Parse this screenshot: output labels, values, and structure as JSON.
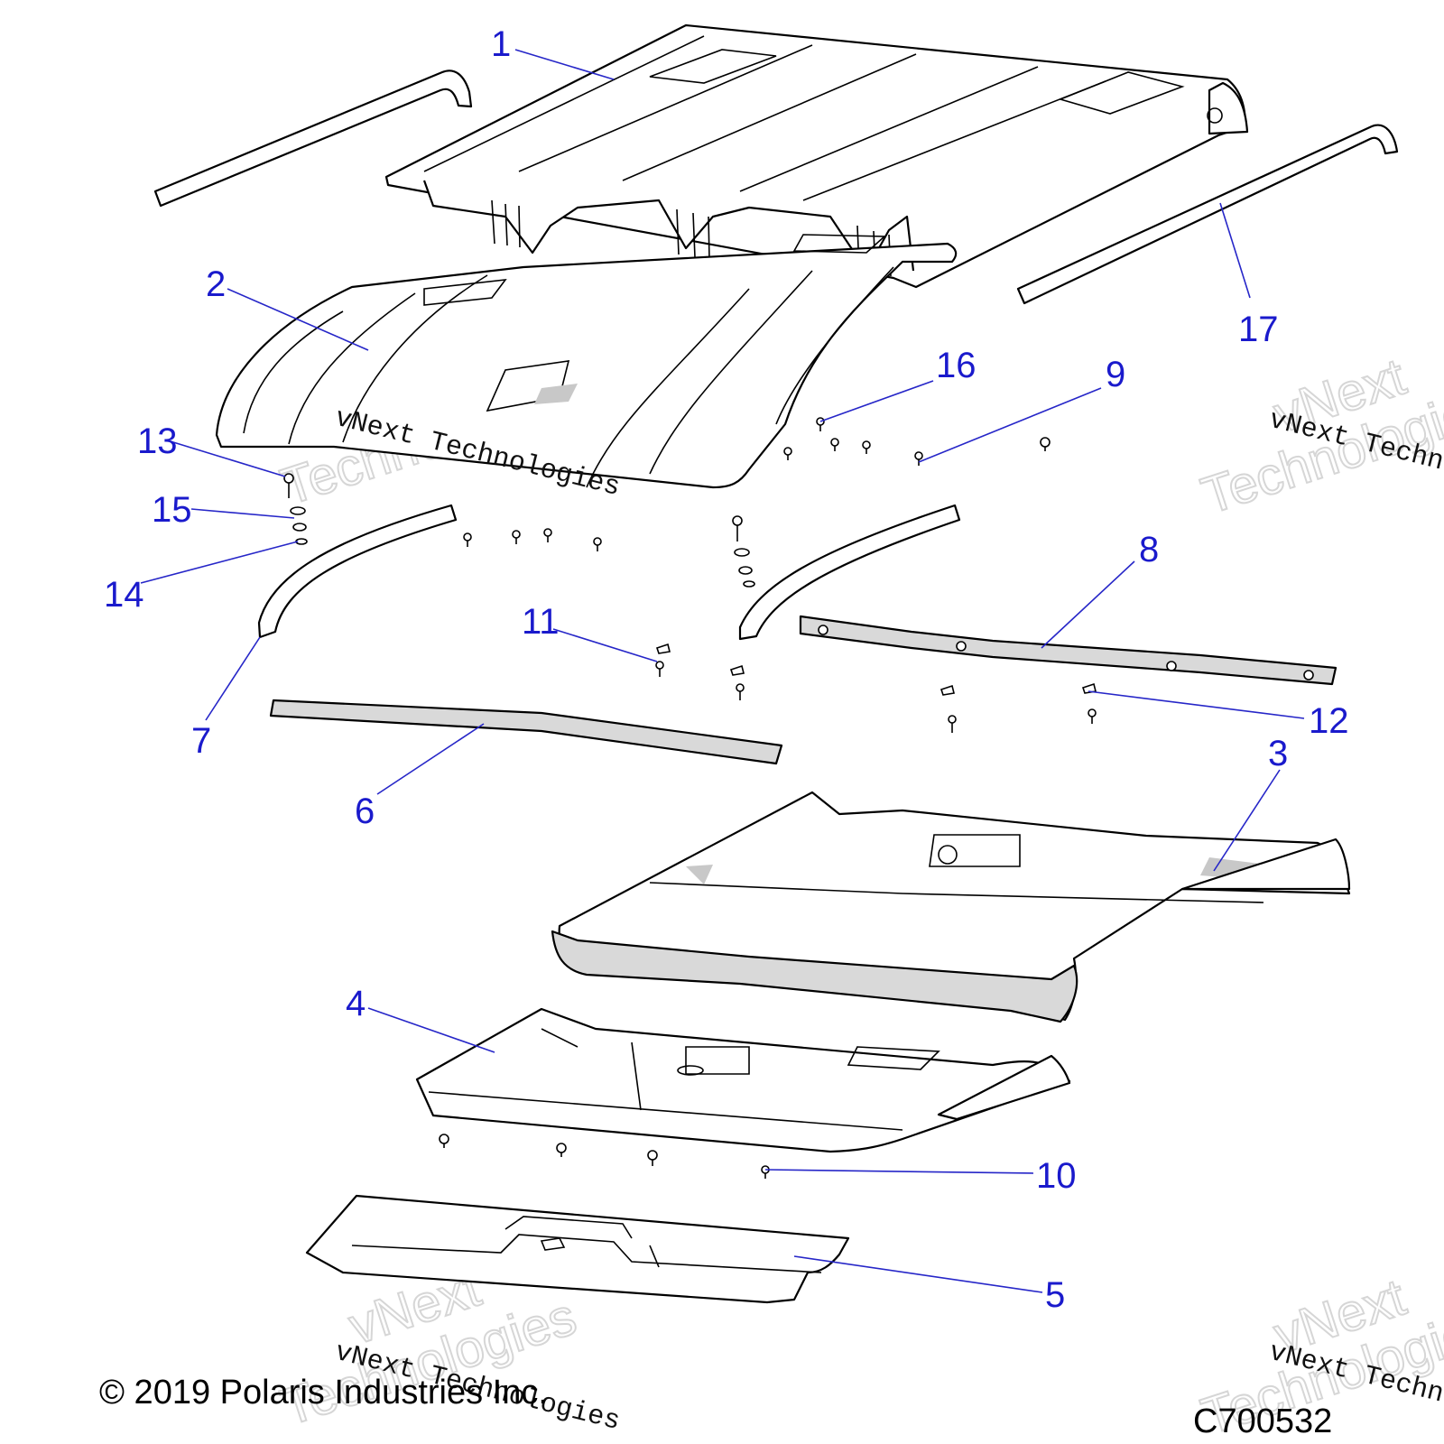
{
  "callouts": [
    {
      "label": "1"
    },
    {
      "label": "2"
    },
    {
      "label": "3"
    },
    {
      "label": "4"
    },
    {
      "label": "5"
    },
    {
      "label": "6"
    },
    {
      "label": "7"
    },
    {
      "label": "8"
    },
    {
      "label": "9"
    },
    {
      "label": "10"
    },
    {
      "label": "11"
    },
    {
      "label": "12"
    },
    {
      "label": "13"
    },
    {
      "label": "14"
    },
    {
      "label": "15"
    },
    {
      "label": "16"
    },
    {
      "label": "17"
    }
  ],
  "watermark": {
    "line_small": "vNext Technologies",
    "line_big_1": "vNext",
    "line_big_2": "Technologies"
  },
  "copyright": "© 2019 Polaris Industries Inc.",
  "drawing_code": "C700532",
  "colors": {
    "callout": "#1a1acc",
    "line": "#000000",
    "watermark": "#d6d6d6"
  }
}
